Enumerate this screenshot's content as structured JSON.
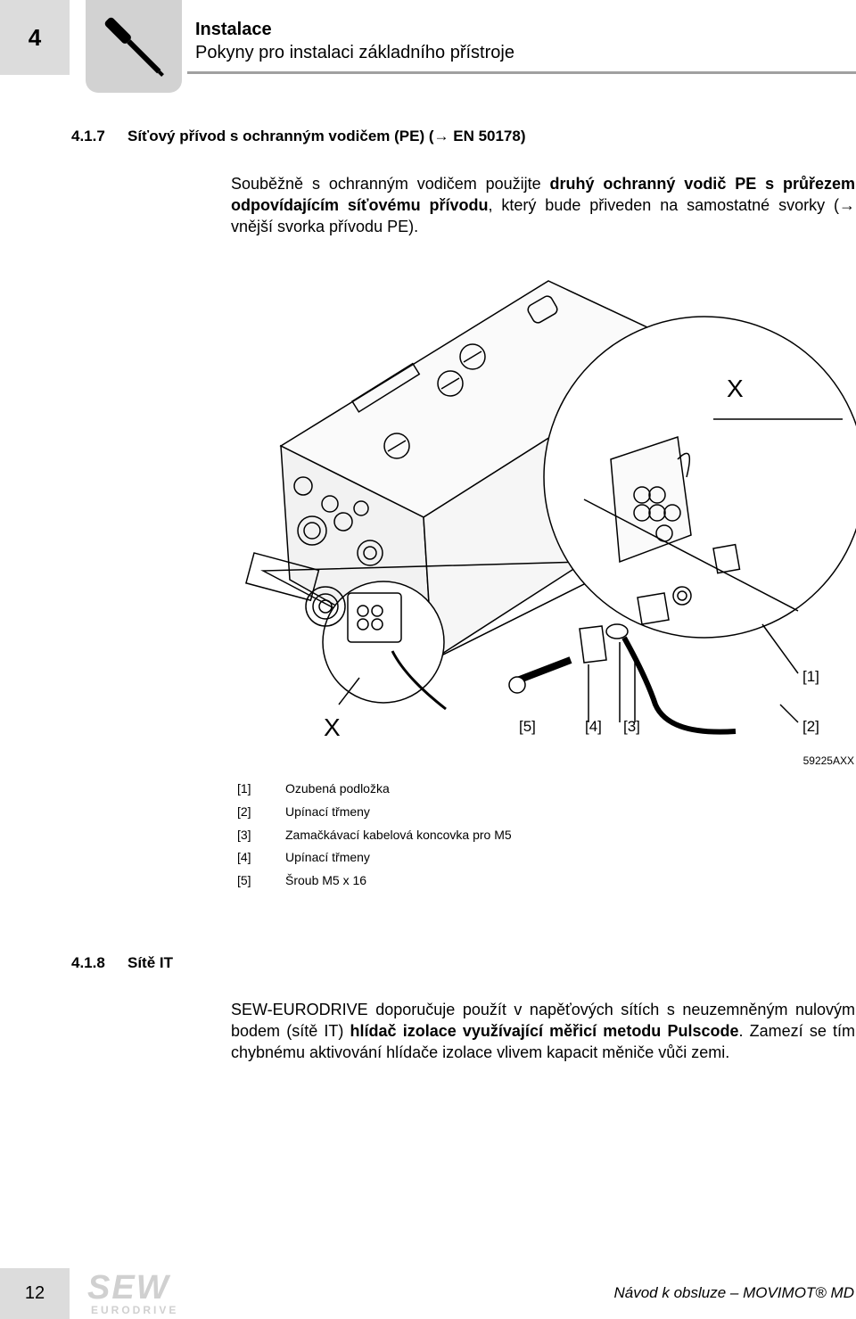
{
  "header": {
    "chapter_number": "4",
    "title": "Instalace",
    "subtitle": "Pokyny pro instalaci základního přístroje"
  },
  "section_417": {
    "number": "4.1.7",
    "title": "Síťový přívod s ochranným vodičem (PE) (→ EN 50178)",
    "paragraph": {
      "t1": "Souběžně s ochranným vodičem použijte ",
      "b1": "druhý ochranný vodič PE s průřezem odpovídajícím síťovému přívodu",
      "t2": ", který bude přiveden na samostatné svorky (→ vnější svorka přívodu PE)."
    }
  },
  "figure": {
    "code": "59225AXX",
    "labels": {
      "x_top": "X",
      "x_bottom": "X",
      "l1": "[1]",
      "l2": "[2]",
      "l3": "[3]",
      "l4": "[4]",
      "l5": "[5]"
    }
  },
  "legend": [
    {
      "code": "[1]",
      "text": "Ozubená podložka"
    },
    {
      "code": "[2]",
      "text": "Upínací třmeny"
    },
    {
      "code": "[3]",
      "text": "Zamačkávací kabelová koncovka pro M5"
    },
    {
      "code": "[4]",
      "text": "Upínací třmeny"
    },
    {
      "code": "[5]",
      "text": "Šroub M5 x 16"
    }
  ],
  "section_418": {
    "number": "4.1.8",
    "title": "Sítě IT",
    "paragraph": {
      "t1": "SEW-EURODRIVE doporučuje použít v napěťových sítích s neuzemněným nulovým bodem (sítě IT) ",
      "b1": "hlídač izolace využívající měřicí metodu Pulscode",
      "t2": ". Zamezí se tím chybnému aktivování hlídače izolace vlivem kapacit měniče vůči zemi."
    }
  },
  "footer": {
    "page_number": "12",
    "logo_top": "SEW",
    "logo_bottom": "EURODRIVE",
    "document_title": "Návod k obsluze – MOVIMOT® MD"
  }
}
